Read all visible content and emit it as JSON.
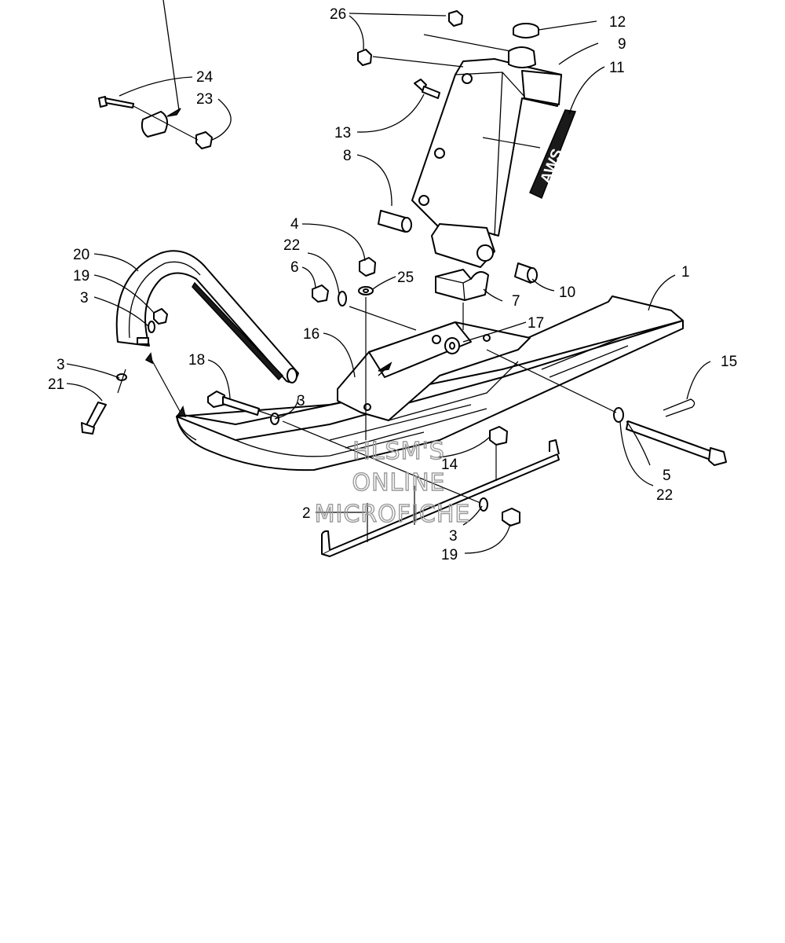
{
  "watermark": {
    "lines": [
      "HLSM'S",
      "ONLINE",
      "MICROFICHE"
    ]
  },
  "decal_logo_text": "AWS",
  "callouts": [
    {
      "id": "c1",
      "text": "1"
    },
    {
      "id": "c2",
      "text": "2"
    },
    {
      "id": "c3a",
      "text": "3"
    },
    {
      "id": "c3b",
      "text": "3"
    },
    {
      "id": "c3c",
      "text": "3"
    },
    {
      "id": "c3d",
      "text": "3"
    },
    {
      "id": "c4",
      "text": "4"
    },
    {
      "id": "c5",
      "text": "5"
    },
    {
      "id": "c6",
      "text": "6"
    },
    {
      "id": "c7",
      "text": "7"
    },
    {
      "id": "c8",
      "text": "8"
    },
    {
      "id": "c9",
      "text": "9"
    },
    {
      "id": "c10",
      "text": "10"
    },
    {
      "id": "c11",
      "text": "11"
    },
    {
      "id": "c12",
      "text": "12"
    },
    {
      "id": "c13",
      "text": "13"
    },
    {
      "id": "c14",
      "text": "14"
    },
    {
      "id": "c15",
      "text": "15"
    },
    {
      "id": "c16",
      "text": "16"
    },
    {
      "id": "c17",
      "text": "17"
    },
    {
      "id": "c18",
      "text": "18"
    },
    {
      "id": "c19a",
      "text": "19"
    },
    {
      "id": "c19b",
      "text": "19"
    },
    {
      "id": "c20",
      "text": "20"
    },
    {
      "id": "c21",
      "text": "21"
    },
    {
      "id": "c22a",
      "text": "22"
    },
    {
      "id": "c22b",
      "text": "22"
    },
    {
      "id": "c23",
      "text": "23"
    },
    {
      "id": "c24",
      "text": "24"
    },
    {
      "id": "c25",
      "text": "25"
    },
    {
      "id": "c26",
      "text": "26"
    }
  ]
}
